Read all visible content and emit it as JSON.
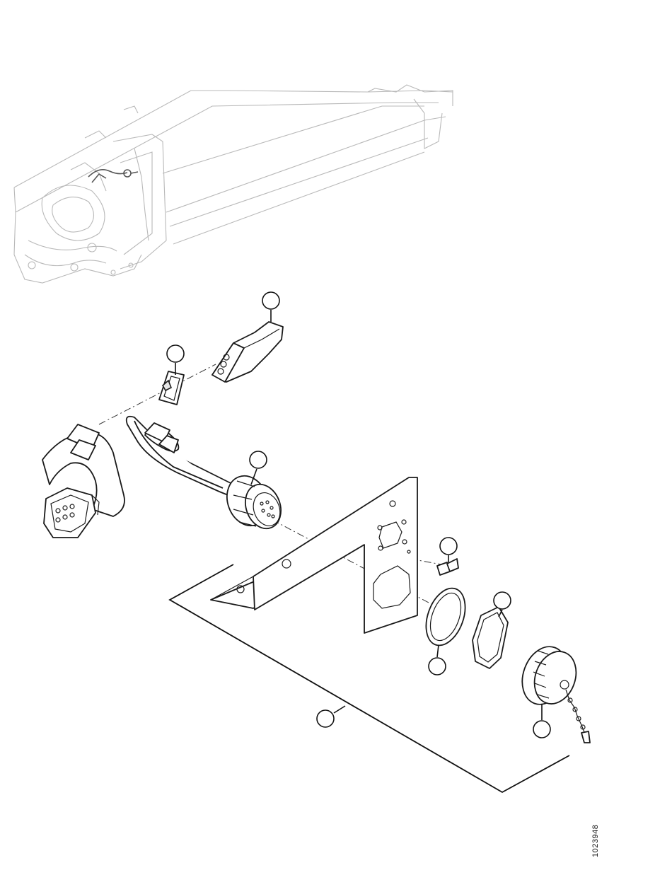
{
  "figure": {
    "id_number": "1023948"
  },
  "callouts": [
    {
      "id": "callout-1",
      "label": ""
    },
    {
      "id": "callout-2",
      "label": ""
    },
    {
      "id": "callout-3",
      "label": ""
    },
    {
      "id": "callout-4",
      "label": ""
    },
    {
      "id": "callout-5",
      "label": ""
    },
    {
      "id": "callout-6",
      "label": ""
    },
    {
      "id": "callout-7",
      "label": ""
    },
    {
      "id": "callout-8",
      "label": ""
    },
    {
      "id": "callout-9",
      "label": ""
    }
  ],
  "colors": {
    "line": "#1a1a1a",
    "ghost": "#b9b9b9",
    "background": "#ffffff"
  }
}
